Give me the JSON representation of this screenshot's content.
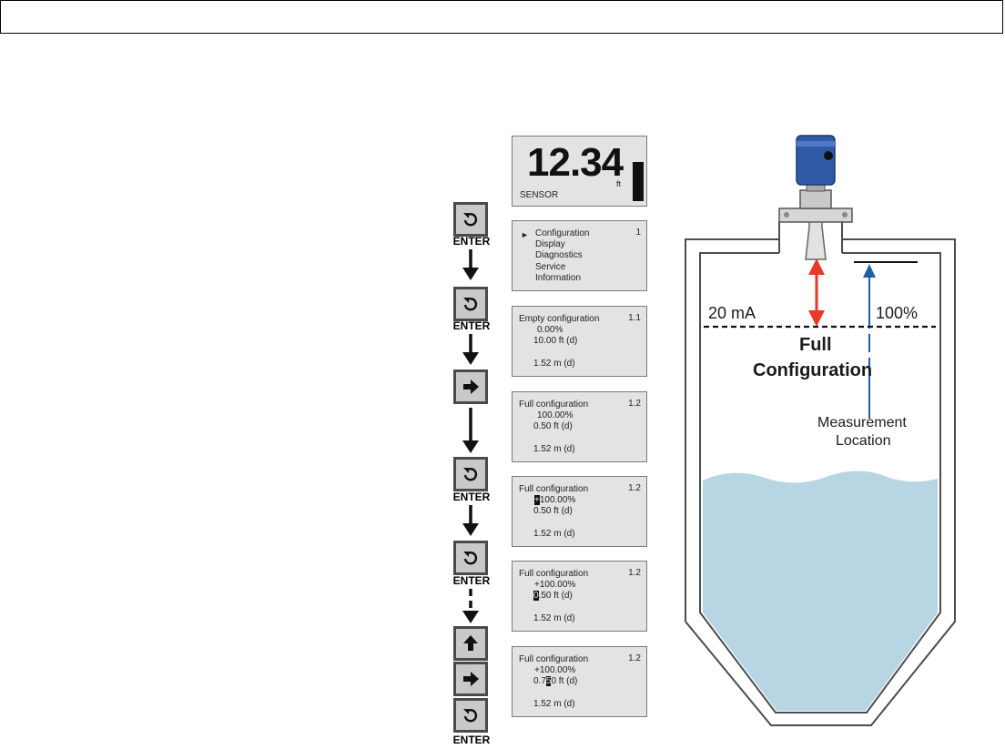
{
  "header": {
    "text": ""
  },
  "keys": {
    "enter_label": "ENTER",
    "enter_icon": "rotate-arrow-icon",
    "right_icon": "arrow-right-icon",
    "up_icon": "arrow-up-icon"
  },
  "screens": {
    "sensor": {
      "value": "12.34",
      "unit": "ft",
      "label": "SENSOR"
    },
    "menu": {
      "number": "1",
      "marker": "►",
      "items": [
        "Configuration",
        "Display",
        "Diagnostics",
        "Service",
        "Information"
      ]
    },
    "empty": {
      "title": "Empty configuration",
      "number": "1.1",
      "percent": "0.00%",
      "distance": "10.00 ft (d)",
      "metric": "1.52 m (d)"
    },
    "full1": {
      "title": "Full configuration",
      "number": "1.2",
      "percent": "100.00%",
      "distance": "0.50 ft (d)",
      "metric": "1.52 m (d)"
    },
    "full2": {
      "title": "Full configuration",
      "number": "1.2",
      "cursor": "+",
      "percent_rest": "100.00%",
      "distance": "0.50 ft (d)",
      "metric": "1.52 m (d)"
    },
    "full3": {
      "title": "Full configuration",
      "number": "1.2",
      "percent": "+100.00%",
      "cursor": "0",
      "distance_rest": ".50 ft (d)",
      "metric": "1.52 m (d)"
    },
    "full4": {
      "title": "Full configuration",
      "number": "1.2",
      "percent": "+100.00%",
      "distance_pre": "0.7",
      "cursor": "5",
      "distance_rest": "0 ft (d)",
      "metric": "1.52 m (d)"
    }
  },
  "tank": {
    "current_label": "20 mA",
    "percent_label": "100%",
    "full_line1": "Full",
    "full_line2": "Configuration",
    "measure_line1": "Measurement",
    "measure_line2": "Location",
    "colors": {
      "liquid": "#b7d5e2",
      "red_arrow": "#e8392a",
      "blue_arrow": "#1f5fa8",
      "sensor": "#2f5aa6"
    }
  }
}
